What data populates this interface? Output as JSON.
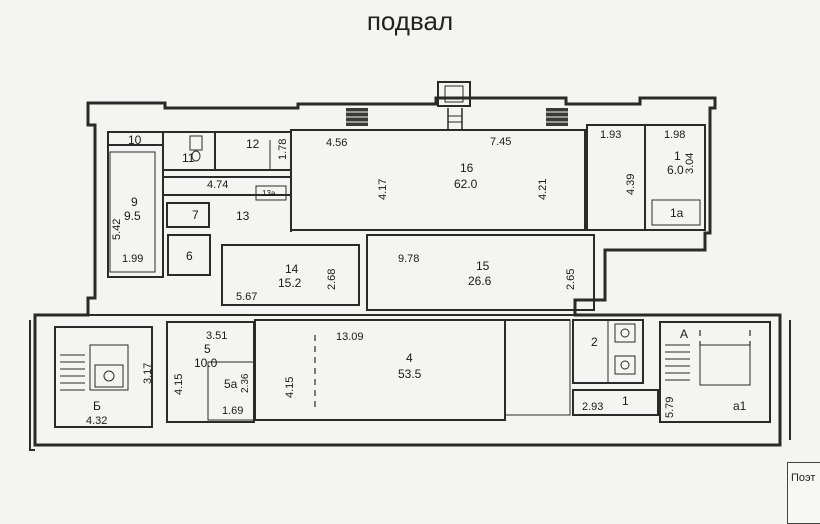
{
  "plan": {
    "title": "подвал",
    "legend_label": "Поэт",
    "room_labels": {
      "r10": "10",
      "r11": "11",
      "r12": "12",
      "d178": "1.78",
      "d456": "4.56",
      "r16": "16",
      "a16": "62.0",
      "d745": "7.45",
      "d417": "4.17",
      "d421": "4.21",
      "d193": "1.93",
      "d198": "1.98",
      "r1": "1",
      "a1": "6.0",
      "d304": "3.04",
      "d439": "4.39",
      "r1a": "1a",
      "r9": "9",
      "a9": "9.5",
      "d542": "5.42",
      "d199": "1.99",
      "d474": "4.74",
      "r7": "7",
      "r13": "13",
      "r13a": "13а",
      "r6": "6",
      "r14": "14",
      "a14": "15.2",
      "d268": "2.68",
      "d567": "5.67",
      "d978": "9.78",
      "r15": "15",
      "a15": "26.6",
      "d265": "2.65",
      "d351": "3.51",
      "r5": "5",
      "a5": "10.0",
      "d415a": "4.15",
      "r5a": "5а",
      "d236": "2.36",
      "d169": "1.69",
      "d317": "3.17",
      "rB": "Б",
      "d432": "4.32",
      "d1309": "13.09",
      "r4": "4",
      "a4": "53.5",
      "d415b": "4.15",
      "r2": "2",
      "d293": "2.93",
      "r1b": "1",
      "rA": "А",
      "d579": "5.79",
      "ra1": "а1"
    }
  }
}
